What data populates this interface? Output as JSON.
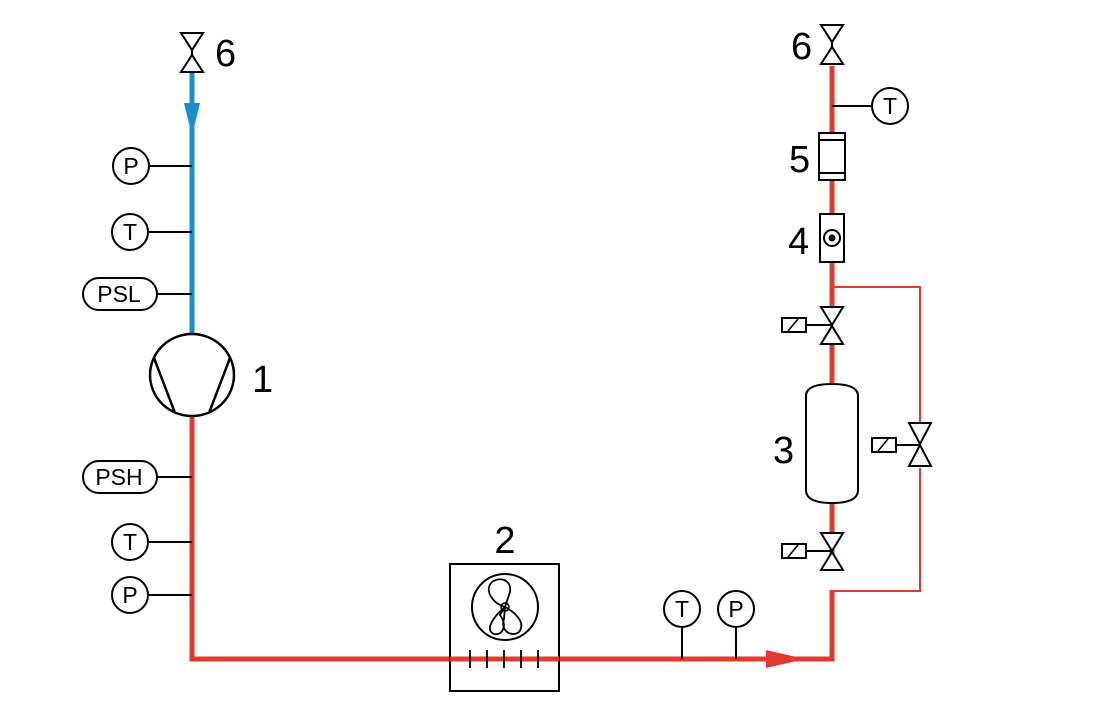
{
  "colors": {
    "suction_line": "#1a8fd0",
    "discharge_line": "#e03a31",
    "outline": "#000000",
    "background": "#ffffff"
  },
  "components": {
    "compressor": "1",
    "condenser": "2",
    "receiver": "3",
    "sight_glass": "4",
    "filter_drier": "5",
    "service_valve_suction": "6",
    "service_valve_liquid": "6"
  },
  "instruments": {
    "suction_pressure": "P",
    "suction_temperature": "T",
    "low_pressure_switch": "PSL",
    "high_pressure_switch": "PSH",
    "discharge_temperature": "T",
    "discharge_pressure": "P",
    "condenser_out_temperature": "T",
    "condenser_out_pressure": "P",
    "liquid_temperature": "T"
  },
  "icons": {
    "compressor": "compressor-icon",
    "condenser": "fan-condenser-icon",
    "receiver": "receiver-tank-icon",
    "sight_glass": "sight-glass-icon",
    "filter_drier": "filter-drier-icon",
    "valve": "valve-icon",
    "solenoid": "solenoid-icon",
    "flow_arrow": "flow-arrow-icon"
  }
}
